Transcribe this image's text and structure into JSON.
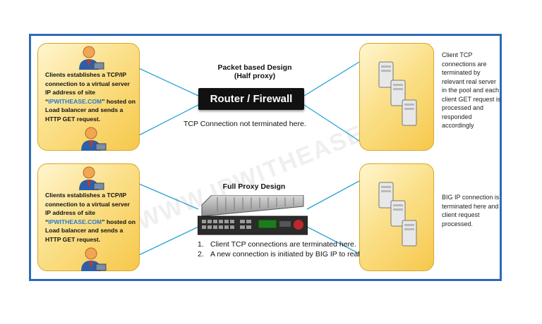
{
  "top": {
    "title_line1": "Packet based Design",
    "title_line2": "(Half proxy)",
    "router_label": "Router / Firewall",
    "note": "TCP Connection not terminated here.",
    "client": {
      "text_before": "Clients establishes a TCP/IP connection to a virtual server IP address of site “",
      "site": "IPWITHEASE.COM",
      "text_after": "” hosted on Load balancer and sends a HTTP GET request."
    },
    "server_text": "Client TCP connections are terminated by relevant real server in the pool and each client GET request is processed and responded accordingly"
  },
  "bottom": {
    "title": "Full Proxy Design",
    "client": {
      "text_before": "Clients establishes a TCP/IP connection to a virtual server IP address of site “",
      "site": "IPWITHEASE.COM",
      "text_after": "” hosted on Load balancer and sends a HTTP GET request."
    },
    "list": [
      {
        "num": "1.",
        "text": "Client TCP connections are terminated here."
      },
      {
        "num": "2.",
        "text": "A new connection is initiated by BIG IP to real server."
      }
    ],
    "server_text": "BIG IP connection is terminated here and client request processed."
  },
  "watermark": "WWW.IPWITHEASE.COM",
  "colors": {
    "frame": "#2d6bb5",
    "link_lines": "#29a3d6",
    "highlight": "#2a79c7",
    "box_border": "#d9a526",
    "router_bg": "#111111"
  }
}
